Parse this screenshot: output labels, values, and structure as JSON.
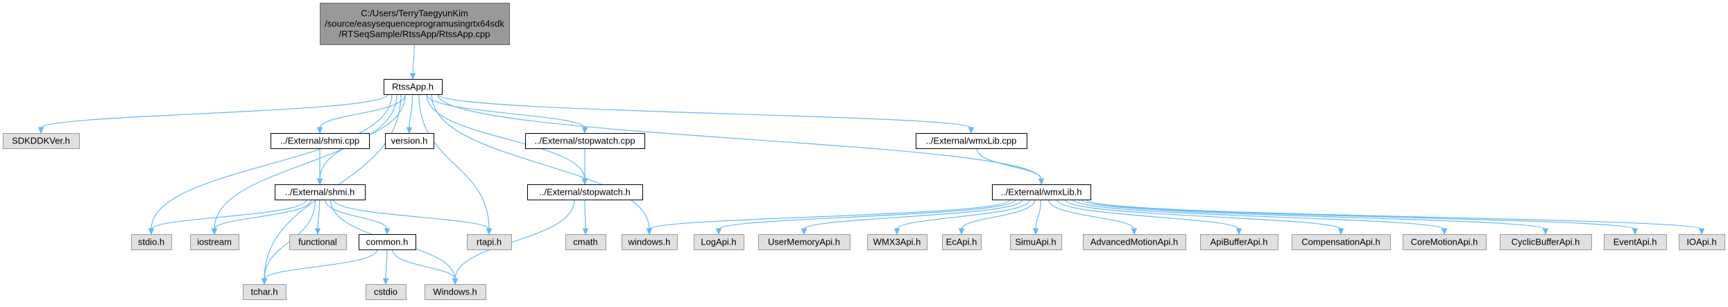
{
  "diagram": {
    "type": "include-dependency-graph",
    "colors": {
      "root_fill": "#999999",
      "root_stroke": "#666666",
      "doc_fill": "#ffffff",
      "doc_stroke": "#000000",
      "ext_fill": "#e0e0e0",
      "ext_stroke": "#999999",
      "edge": "#63b8ff"
    },
    "nodes": [
      {
        "id": "root",
        "style": "root",
        "lines": [
          "C:/Users/TerryTaegyunKim",
          "/source/easysequenceprogramusingrtx64sdk",
          "/RTSeqSample/RtssApp/RtssApp.cpp"
        ]
      },
      {
        "id": "rtssapp",
        "style": "doc",
        "lines": [
          "RtssApp.h"
        ]
      },
      {
        "id": "sdkddkver",
        "style": "ext",
        "lines": [
          "SDKDDKVer.h"
        ]
      },
      {
        "id": "shmi_cpp",
        "style": "doc",
        "lines": [
          "../External/shmi.cpp"
        ]
      },
      {
        "id": "version",
        "style": "doc",
        "lines": [
          "version.h"
        ]
      },
      {
        "id": "stopwatch_cpp",
        "style": "doc",
        "lines": [
          "../External/stopwatch.cpp"
        ]
      },
      {
        "id": "wmxlib_cpp",
        "style": "doc",
        "lines": [
          "../External/wmxLib.cpp"
        ]
      },
      {
        "id": "shmi_h",
        "style": "doc",
        "lines": [
          "../External/shmi.h"
        ]
      },
      {
        "id": "stopwatch_h",
        "style": "doc",
        "lines": [
          "../External/stopwatch.h"
        ]
      },
      {
        "id": "wmxlib_h",
        "style": "doc",
        "lines": [
          "../External/wmxLib.h"
        ]
      },
      {
        "id": "stdio",
        "style": "ext",
        "lines": [
          "stdio.h"
        ]
      },
      {
        "id": "iostream",
        "style": "ext",
        "lines": [
          "iostream"
        ]
      },
      {
        "id": "functional",
        "style": "ext",
        "lines": [
          "functional"
        ]
      },
      {
        "id": "common",
        "style": "doc",
        "lines": [
          "common.h"
        ]
      },
      {
        "id": "rtapi",
        "style": "ext",
        "lines": [
          "rtapi.h"
        ]
      },
      {
        "id": "cmath",
        "style": "ext",
        "lines": [
          "cmath"
        ]
      },
      {
        "id": "windows_lc",
        "style": "ext",
        "lines": [
          "windows.h"
        ]
      },
      {
        "id": "logapi",
        "style": "ext",
        "lines": [
          "LogApi.h"
        ]
      },
      {
        "id": "usermemapi",
        "style": "ext",
        "lines": [
          "UserMemoryApi.h"
        ]
      },
      {
        "id": "wmx3api",
        "style": "ext",
        "lines": [
          "WMX3Api.h"
        ]
      },
      {
        "id": "ecapi",
        "style": "ext",
        "lines": [
          "EcApi.h"
        ]
      },
      {
        "id": "simuapi",
        "style": "ext",
        "lines": [
          "SimuApi.h"
        ]
      },
      {
        "id": "advmotion",
        "style": "ext",
        "lines": [
          "AdvancedMotionApi.h"
        ]
      },
      {
        "id": "apibuffer",
        "style": "ext",
        "lines": [
          "ApiBufferApi.h"
        ]
      },
      {
        "id": "compensation",
        "style": "ext",
        "lines": [
          "CompensationApi.h"
        ]
      },
      {
        "id": "coremotion",
        "style": "ext",
        "lines": [
          "CoreMotionApi.h"
        ]
      },
      {
        "id": "cyclicbuffer",
        "style": "ext",
        "lines": [
          "CyclicBufferApi.h"
        ]
      },
      {
        "id": "eventapi",
        "style": "ext",
        "lines": [
          "EventApi.h"
        ]
      },
      {
        "id": "ioapi",
        "style": "ext",
        "lines": [
          "IOApi.h"
        ]
      },
      {
        "id": "tchar",
        "style": "ext",
        "lines": [
          "tchar.h"
        ]
      },
      {
        "id": "cstdio",
        "style": "ext",
        "lines": [
          "cstdio"
        ]
      },
      {
        "id": "windows_uc",
        "style": "ext",
        "lines": [
          "Windows.h"
        ]
      }
    ],
    "edges": [
      [
        "root",
        "rtssapp"
      ],
      [
        "rtssapp",
        "sdkddkver"
      ],
      [
        "rtssapp",
        "shmi_cpp"
      ],
      [
        "rtssapp",
        "version"
      ],
      [
        "rtssapp",
        "stopwatch_cpp"
      ],
      [
        "rtssapp",
        "wmxlib_cpp"
      ],
      [
        "rtssapp",
        "shmi_h"
      ],
      [
        "rtssapp",
        "stopwatch_h"
      ],
      [
        "rtssapp",
        "wmxlib_h"
      ],
      [
        "rtssapp",
        "stdio"
      ],
      [
        "rtssapp",
        "iostream"
      ],
      [
        "rtssapp",
        "rtapi"
      ],
      [
        "rtssapp",
        "windows_lc"
      ],
      [
        "rtssapp",
        "tchar"
      ],
      [
        "shmi_cpp",
        "shmi_h"
      ],
      [
        "stopwatch_cpp",
        "stopwatch_h"
      ],
      [
        "wmxlib_cpp",
        "wmxlib_h"
      ],
      [
        "shmi_h",
        "stdio"
      ],
      [
        "shmi_h",
        "iostream"
      ],
      [
        "shmi_h",
        "functional"
      ],
      [
        "shmi_h",
        "common"
      ],
      [
        "shmi_h",
        "rtapi"
      ],
      [
        "shmi_h",
        "tchar"
      ],
      [
        "shmi_h",
        "windows_uc"
      ],
      [
        "stopwatch_h",
        "cmath"
      ],
      [
        "stopwatch_h",
        "windows_uc"
      ],
      [
        "common",
        "tchar"
      ],
      [
        "common",
        "cstdio"
      ],
      [
        "common",
        "windows_uc"
      ],
      [
        "wmxlib_h",
        "windows_lc"
      ],
      [
        "wmxlib_h",
        "logapi"
      ],
      [
        "wmxlib_h",
        "usermemapi"
      ],
      [
        "wmxlib_h",
        "wmx3api"
      ],
      [
        "wmxlib_h",
        "ecapi"
      ],
      [
        "wmxlib_h",
        "simuapi"
      ],
      [
        "wmxlib_h",
        "advmotion"
      ],
      [
        "wmxlib_h",
        "apibuffer"
      ],
      [
        "wmxlib_h",
        "compensation"
      ],
      [
        "wmxlib_h",
        "coremotion"
      ],
      [
        "wmxlib_h",
        "cyclicbuffer"
      ],
      [
        "wmxlib_h",
        "eventapi"
      ],
      [
        "wmxlib_h",
        "ioapi"
      ]
    ]
  }
}
